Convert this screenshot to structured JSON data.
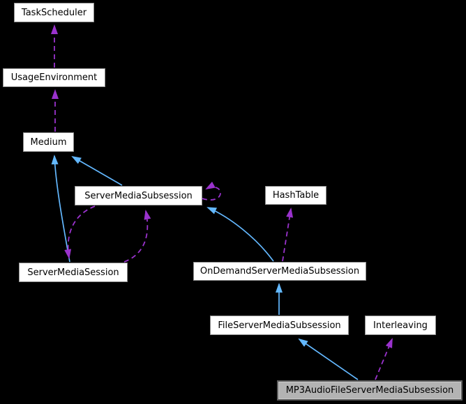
{
  "diagram": {
    "type": "collaboration-graph",
    "background": "#000000",
    "colors": {
      "inheritance": "#63B8FF",
      "usage": "#9A32CD",
      "node_fill": "#FFFFFF",
      "node_border": "#8E8E8E",
      "node_text": "#000000",
      "highlight_fill": "#B3B3B3",
      "highlight_border": "#5F5F5F"
    },
    "nodes": [
      {
        "label": "TaskScheduler",
        "highlighted": false
      },
      {
        "label": "UsageEnvironment",
        "highlighted": false
      },
      {
        "label": "Medium",
        "highlighted": false
      },
      {
        "label": "ServerMediaSubsession",
        "highlighted": false
      },
      {
        "label": "HashTable",
        "highlighted": false
      },
      {
        "label": "ServerMediaSession",
        "highlighted": false
      },
      {
        "label": "OnDemandServerMediaSubsession",
        "highlighted": false
      },
      {
        "label": "FileServerMediaSubsession",
        "highlighted": false
      },
      {
        "label": "Interleaving",
        "highlighted": false
      },
      {
        "label": "MP3AudioFileServerMediaSubsession",
        "highlighted": true
      }
    ],
    "edges": [
      {
        "from": "UsageEnvironment",
        "to": "TaskScheduler",
        "type": "usage",
        "style": "dashed"
      },
      {
        "from": "Medium",
        "to": "UsageEnvironment",
        "type": "usage",
        "style": "dashed"
      },
      {
        "from": "ServerMediaSession",
        "to": "Medium",
        "type": "inheritance",
        "style": "solid"
      },
      {
        "from": "ServerMediaSubsession",
        "to": "Medium",
        "type": "inheritance",
        "style": "solid"
      },
      {
        "from": "ServerMediaSubsession",
        "to": "ServerMediaSession",
        "type": "usage",
        "style": "dashed"
      },
      {
        "from": "ServerMediaSession",
        "to": "ServerMediaSubsession",
        "type": "usage",
        "style": "dashed"
      },
      {
        "from": "ServerMediaSubsession",
        "to": "ServerMediaSubsession",
        "type": "usage",
        "style": "dashed-self-loop"
      },
      {
        "from": "OnDemandServerMediaSubsession",
        "to": "ServerMediaSubsession",
        "type": "inheritance",
        "style": "solid"
      },
      {
        "from": "OnDemandServerMediaSubsession",
        "to": "HashTable",
        "type": "usage",
        "style": "dashed"
      },
      {
        "from": "FileServerMediaSubsession",
        "to": "OnDemandServerMediaSubsession",
        "type": "inheritance",
        "style": "solid"
      },
      {
        "from": "MP3AudioFileServerMediaSubsession",
        "to": "FileServerMediaSubsession",
        "type": "inheritance",
        "style": "solid"
      },
      {
        "from": "MP3AudioFileServerMediaSubsession",
        "to": "Interleaving",
        "type": "usage",
        "style": "dashed"
      }
    ]
  }
}
